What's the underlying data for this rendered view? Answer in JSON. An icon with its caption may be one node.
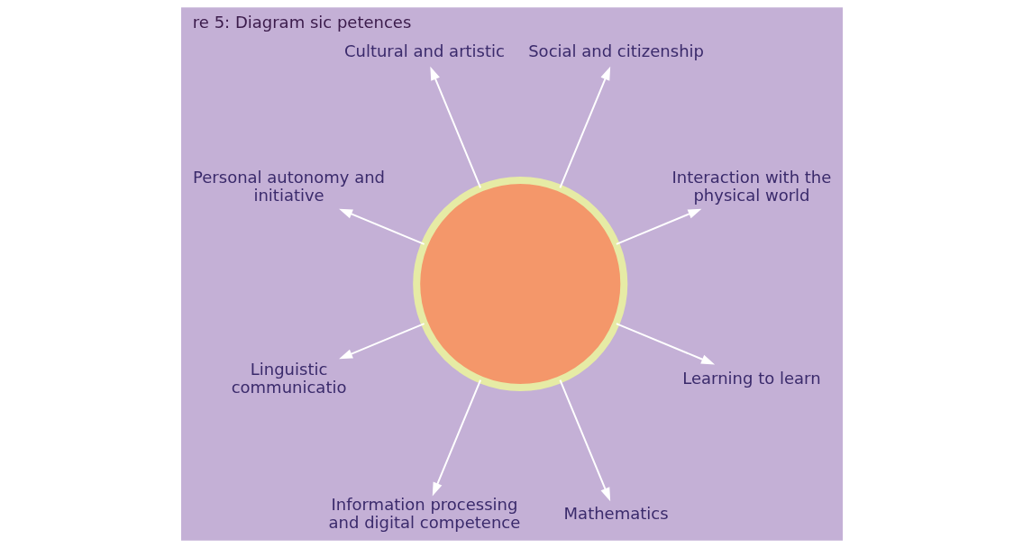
{
  "diagram": {
    "title": "re 5: Diagram sic petences",
    "nodes": [
      {
        "text": [],
        "shape": "circle"
      },
      {
        "text": [
          "Interaction with the physical world"
        ]
      },
      {
        "text": [
          "Social and citizenship"
        ]
      },
      {
        "text": [
          "Cultural and artistic"
        ]
      },
      {
        "text": [
          "Personal autonomy and initiative"
        ]
      },
      {
        "text": [
          "Linguistic communicatio"
        ]
      },
      {
        "text": [
          "Information processing and digital competence"
        ]
      },
      {
        "text": [
          "Mathematics"
        ]
      },
      {
        "text": [
          "Learning to learn"
        ]
      }
    ],
    "edges": [
      {
        "from": 0,
        "to": 1,
        "arrow": "to"
      },
      {
        "from": 0,
        "to": 2,
        "arrow": "to"
      },
      {
        "from": 0,
        "to": 3,
        "arrow": "to"
      },
      {
        "from": 0,
        "to": 4,
        "arrow": "to"
      },
      {
        "from": 0,
        "to": 5,
        "arrow": "to"
      },
      {
        "from": 0,
        "to": 6,
        "arrow": "to"
      },
      {
        "from": 0,
        "to": 7,
        "arrow": "to"
      },
      {
        "from": 0,
        "to": 8,
        "arrow": "to"
      }
    ]
  }
}
